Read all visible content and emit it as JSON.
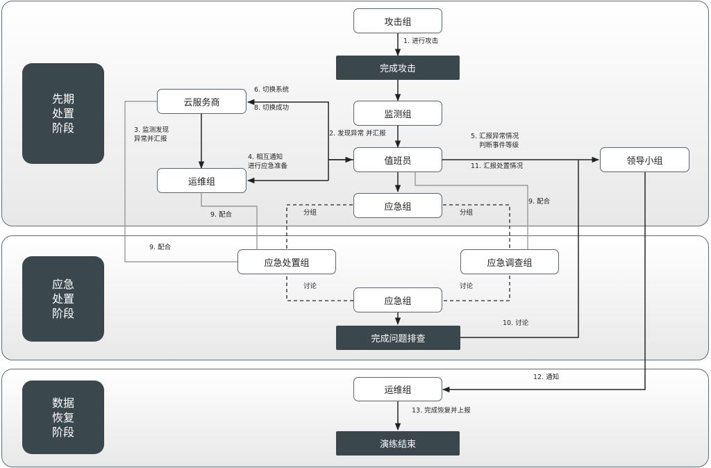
{
  "phases": {
    "pre": "先期\n处置\n阶段",
    "emergency": "应急\n处置\n阶段",
    "recovery": "数据\n恢复\n阶段"
  },
  "nodes": {
    "attack_group": "攻击组",
    "attack_done": "完成攻击",
    "monitor_group": "监测组",
    "cloud_vendor": "云服务商",
    "ops_group_1": "运维组",
    "duty_officer": "值班员",
    "leader_group": "领导小组",
    "emergency_group_1": "应急组",
    "response_group": "应急处置组",
    "investigation_group": "应急调查组",
    "emergency_group_2": "应急组",
    "problem_done": "完成问题排查",
    "ops_group_2": "运维组",
    "drill_end": "演练结束"
  },
  "edges": {
    "e1": "1. 进行攻击",
    "e2": "2. 发现异常 并汇报",
    "e3": "3. 监测发现\n异常并汇报",
    "e4": "4. 相互通知\n进行应急准备",
    "e5": "5. 汇报异常情况\n    判断事件等级",
    "e6": "6. 切换系统",
    "e8": "8. 切换成功",
    "e9a": "9. 配合",
    "e9b": "9. 配合",
    "e9c": "9. 配合",
    "e10": "10. 讨论",
    "e11": "11. 汇报处置情况",
    "e12": "12. 通知",
    "e13": "13. 完成恢复并上报",
    "split_left": "分组",
    "split_right": "分组",
    "discuss_left": "讨论",
    "discuss_right": "讨论"
  },
  "colors": {
    "dark_fill": "#3a474d",
    "border": "#586268",
    "line_dark": "#222222",
    "line_gray": "#8a8a8a"
  }
}
